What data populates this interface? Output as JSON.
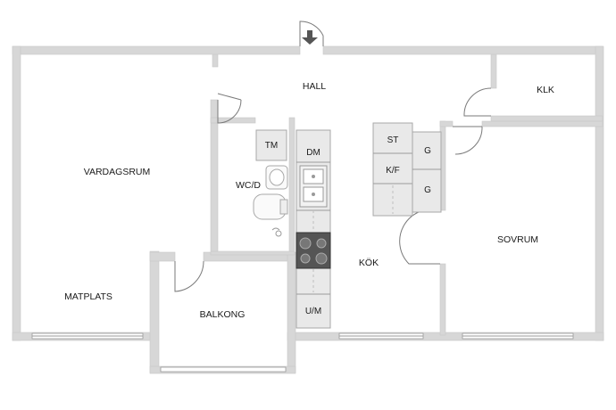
{
  "rooms": {
    "hall": "HALL",
    "klk": "KLK",
    "vardagsrum": "VARDAGSRUM",
    "matplats": "MATPLATS",
    "wcd": "WC/D",
    "tm": "TM",
    "dm": "DM",
    "st": "ST",
    "kf": "K/F",
    "g1": "G",
    "g2": "G",
    "balkong": "BALKONG",
    "kok": "KÖK",
    "um": "U/M",
    "sovrum": "SOVRUM"
  },
  "entrance_icon": "arrow-down-icon"
}
